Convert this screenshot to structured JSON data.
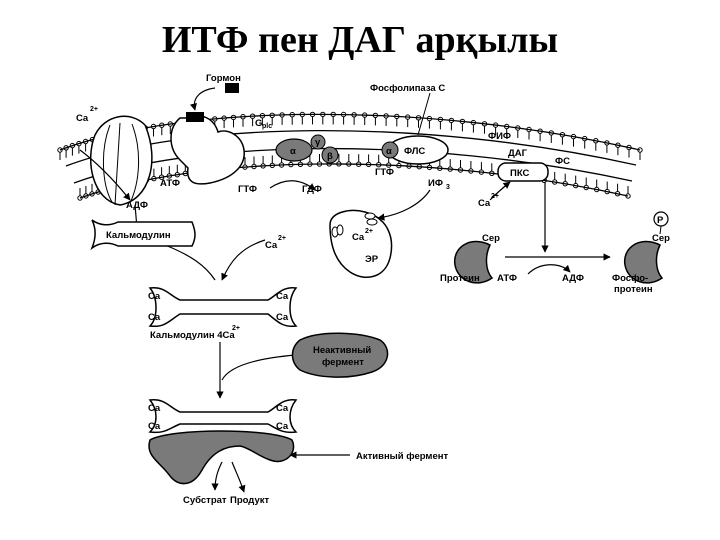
{
  "title": "ИТФ пен ДАГ арқылы",
  "labels": {
    "hormone": "Гормон",
    "phospholipase_c": "Фосфолипаза С",
    "ca_outside": "Ca",
    "ca_charge": "2+",
    "g_plc": "G",
    "g_plc_sub": "plc",
    "alpha": "α",
    "gamma": "γ",
    "beta": "β",
    "alpha_small": "α",
    "flc": "ФЛС",
    "fif": "ФИФ",
    "dag": "ДАГ",
    "fs": "ФС",
    "pkc": "ПКС",
    "atf_pump": "АТФ",
    "adf_pump": "АДФ",
    "gtf_1": "ГТФ",
    "gdf": "ГДФ",
    "gtf_2": "ГТФ",
    "if3": "ИФ",
    "if3_sub": "3",
    "ca_er_release": "Ca",
    "ca_er": "Ca",
    "er": "ЭР",
    "calmodulin": "Кальмодулин",
    "ca_calmodulin": "Ca",
    "ca_label": "Ca",
    "calmodulin_4ca": "Кальмодулин 4Ca",
    "inactive_enzyme_line1": "Неактивный",
    "inactive_enzyme_line2": "фермент",
    "active_enzyme": "Активный фермент",
    "substrate": "Субстрат",
    "product": "Продукт",
    "ser_1": "Сер",
    "ser_2": "Сер",
    "protein": "Протеин",
    "atf_protein": "АТФ",
    "adf_protein": "АДФ",
    "phospho_line1": "Фосфо-",
    "phospho_line2": "протеин",
    "p": "P"
  }
}
